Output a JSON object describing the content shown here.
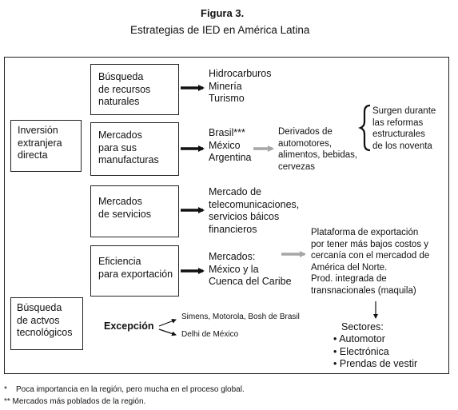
{
  "figure": {
    "label": "Figura 3.",
    "title": "Estrategias de IED en América Latina"
  },
  "left": {
    "ied": "Inversión\nextranjera\ndirecta",
    "tech": "Búsqueda\nde actvos\ntecnológicos"
  },
  "rows": [
    {
      "box": "Búsqueda\nde recursos\nnaturales",
      "result": "Hidrocarburos\nMinería\nTurismo"
    },
    {
      "box": "Mercados\npara sus\nmanufacturas",
      "result": "Brasil***\nMéxico\nArgentina",
      "derived": "Derivados de\nautomotores,\nalimentos, bebidas,\ncervezas"
    },
    {
      "box": "Mercados\nde servicios",
      "result": "Mercado de\ntelecomunicaciones,\nservicios báicos\nfinancieros"
    },
    {
      "box": "Eficiencia\npara exportación",
      "result": "Mercados:\nMéxico y la\nCuenca del Caribe",
      "derived": "Plataforma de exportación\npor tener más bajos costos y\ncercanía con el mercadod de\nAmérica del Norte.\nProd. integrada de\ntransnacionales (maquila)"
    }
  ],
  "brace_note": "Surgen durante\nlas reformas\nestructurales\nde los noventa",
  "exception": {
    "label": "Excepción",
    "items": [
      "Simens, Motorola, Bosh de Brasil",
      "Delhi de México"
    ]
  },
  "sectors": {
    "title": "Sectores:",
    "items": [
      "Automotor",
      "Electrónica",
      "Prendas de vestir"
    ],
    "bullet": "•"
  },
  "footnotes": [
    "*    Poca importancia en la región, pero mucha en el proceso global.",
    "** Mercados más poblados de la región."
  ],
  "colors": {
    "black_arrow": "#111111",
    "gray_arrow": "#a6a6a6",
    "border": "#222222"
  }
}
